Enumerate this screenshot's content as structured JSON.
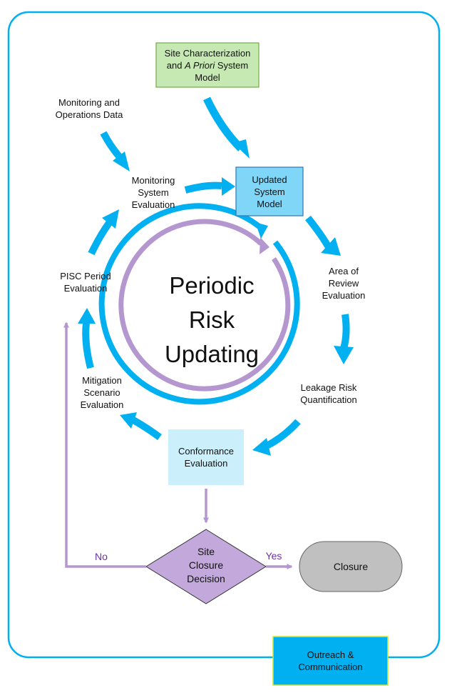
{
  "nodes": {
    "site_char": {
      "line1": "Site Characterization",
      "line2_a": "and ",
      "line2_italic": "A Priori",
      "line2_b": " System",
      "line3": "Model"
    },
    "monitoring_data": {
      "line1": "Monitoring and",
      "line2": "Operations Data"
    },
    "monitoring_eval": {
      "line1": "Monitoring",
      "line2": "System",
      "line3": "Evaluation"
    },
    "updated_model": {
      "line1": "Updated",
      "line2": "System",
      "line3": "Model"
    },
    "aor_eval": {
      "line1": "Area of",
      "line2": "Review",
      "line3": "Evaluation"
    },
    "pisc_eval": {
      "line1": "PISC Period",
      "line2": "Evaluation"
    },
    "leakage_risk": {
      "line1": "Leakage Risk",
      "line2": "Quantification"
    },
    "mitigation_eval": {
      "line1": "Mitigation",
      "line2": "Scenario",
      "line3": "Evaluation"
    },
    "conformance_eval": {
      "line1": "Conformance",
      "line2": "Evaluation"
    },
    "closure_decision": {
      "line1": "Site",
      "line2": "Closure",
      "line3": "Decision"
    },
    "closure": {
      "label": "Closure"
    },
    "outreach": {
      "line1": "Outreach &",
      "line2": "Communication"
    }
  },
  "center": {
    "line1": "Periodic",
    "line2": "Risk",
    "line3": "Updating"
  },
  "edges": {
    "no_label": "No",
    "yes_label": "Yes"
  },
  "colors": {
    "frame": "#00b0f0",
    "arrow_blue": "#00b0f0",
    "ring_blue": "#00b0f0",
    "ring_purple": "#b597d0",
    "purple_line": "#b597d0",
    "purple_text": "#7030a0",
    "site_char_fill": "#c6e9b3",
    "site_char_border": "#70ad47",
    "updated_fill": "#7fd6f7",
    "updated_border": "#2e75b6",
    "conformance_fill": "#ccf0fb",
    "closure_fill": "#c0c0c0",
    "diamond_fill": "#c3a9db",
    "outreach_fill": "#00b0f0",
    "outreach_border": "#d6e336"
  }
}
